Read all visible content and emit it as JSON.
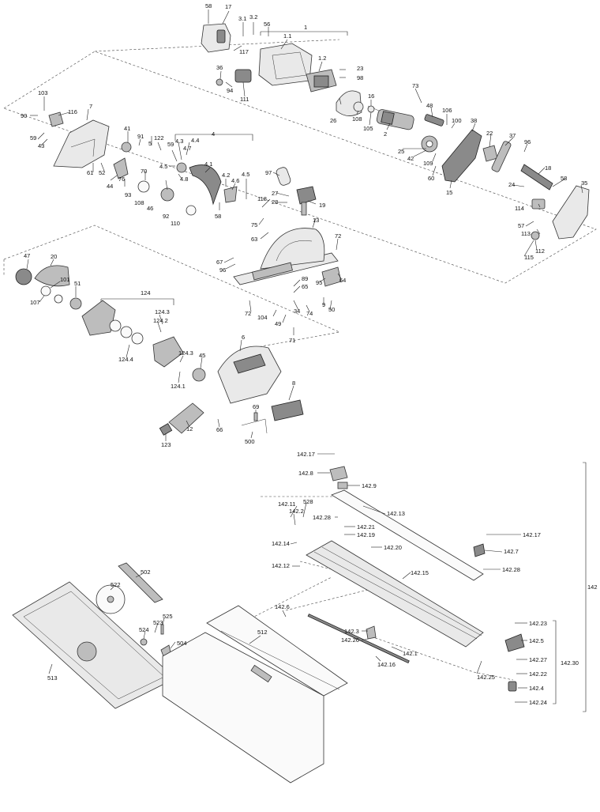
{
  "callouts": {
    "58a": "58",
    "17": "17",
    "3_1": "3.1",
    "3_2": "3.2",
    "56": "56",
    "1": "1",
    "1_1": "1.1",
    "117": "117",
    "36": "36",
    "94": "94",
    "111": "111",
    "1_2": "1.2",
    "23": "23",
    "98": "98",
    "73": "73",
    "103": "103",
    "90": "90",
    "116": "116",
    "7": "7",
    "59a": "59",
    "43": "43",
    "61": "61",
    "52": "52",
    "44": "44",
    "41": "41",
    "91": "91",
    "5": "5",
    "122": "122",
    "70": "70",
    "76": "76",
    "93": "93",
    "108a": "108",
    "46": "46",
    "92": "92",
    "110": "110",
    "4": "4",
    "4_3": "4.3",
    "4_7": "4.7",
    "4_4": "4.4",
    "59b": "59",
    "4_5a": "4.5",
    "4_8": "4.8",
    "4_1": "4.1",
    "4_2": "4.2",
    "4_6": "4.6",
    "4_5b": "4.5",
    "58b": "58",
    "16": "16",
    "26": "26",
    "108b": "108",
    "105": "105",
    "2": "2",
    "48": "48",
    "106": "106",
    "100": "100",
    "38": "38",
    "25": "25",
    "42": "42",
    "109": "109",
    "60": "60",
    "15": "15",
    "22": "22",
    "37": "37",
    "96a": "96",
    "18": "18",
    "24": "24",
    "58c": "58",
    "35": "35",
    "114": "114",
    "57": "57",
    "113": "113",
    "112": "112",
    "115": "115",
    "97": "97",
    "27": "27",
    "28": "28",
    "118": "118",
    "19": "19",
    "75": "75",
    "63": "63",
    "13": "13",
    "72a": "72",
    "67": "67",
    "96b": "96",
    "89": "89",
    "65": "65",
    "95": "95",
    "64": "64",
    "9": "9",
    "50": "50",
    "34": "34",
    "74": "74",
    "72b": "72",
    "104": "104",
    "49": "49",
    "71": "71",
    "47": "47",
    "20": "20",
    "101": "101",
    "107": "107",
    "51": "51",
    "124": "124",
    "124_3a": "124.3",
    "124_2": "124.2",
    "124_4": "124.4",
    "124_3b": "124.3",
    "45": "45",
    "124_1": "124.1",
    "6": "6",
    "8": "8",
    "69": "69",
    "12": "12",
    "66": "66",
    "123": "123",
    "500": "500",
    "142_17a": "142.17",
    "142_8": "142.8",
    "142_9": "142.9",
    "142_13": "142.13",
    "142_11": "142.11",
    "528": "528",
    "142_2": "142.2",
    "142_28a": "142.28",
    "142_21": "142.21",
    "142_19": "142.19",
    "142_14": "142.14",
    "142_20": "142.20",
    "142_17b": "142.17",
    "142_7": "142.7",
    "142_12": "142.12",
    "142_15": "142.15",
    "142_28b": "142.28",
    "142": "142",
    "502": "502",
    "522": "522",
    "525": "525",
    "523": "523",
    "524": "524",
    "504": "504",
    "142_6": "142.6",
    "512": "512",
    "142_23": "142.23",
    "142_3": "142.3",
    "142_26": "142.26",
    "142_5": "142.5",
    "142_1": "142.1",
    "142_27": "142.27",
    "142_30": "142.30",
    "142_22": "142.22",
    "142_16": "142.16",
    "142_25": "142.25",
    "142_4": "142.4",
    "142_24": "142.24",
    "513": "513"
  }
}
